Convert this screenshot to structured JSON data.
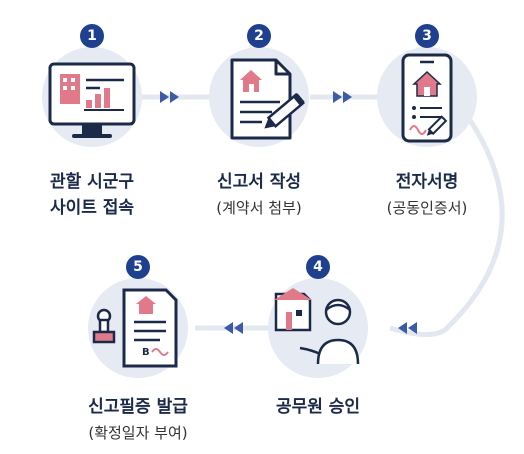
{
  "steps": [
    {
      "number": "1",
      "title_line1": "관할 시군구",
      "title_line2": "사이트 접속",
      "subtitle": ""
    },
    {
      "number": "2",
      "title_line1": "신고서 작성",
      "title_line2": "",
      "subtitle": "(계약서 첨부)"
    },
    {
      "number": "3",
      "title_line1": "전자서명",
      "title_line2": "",
      "subtitle": "(공동인증서)"
    },
    {
      "number": "4",
      "title_line1": "공무원 승인",
      "title_line2": "",
      "subtitle": ""
    },
    {
      "number": "5",
      "title_line1": "신고필증 발급",
      "title_line2": "",
      "subtitle": "(확정일자 부여)"
    }
  ],
  "colors": {
    "circle_fill": "#e6eaf3",
    "badge": "#1f3f8f",
    "arrow": "#3c5aa6",
    "accent_pink": "#e07a8a",
    "connector": "#e3e7ef"
  },
  "icons": [
    "computer-monitor-icon",
    "document-pen-icon",
    "smartphone-sign-icon",
    "official-house-icon",
    "certificate-stamp-icon"
  ]
}
